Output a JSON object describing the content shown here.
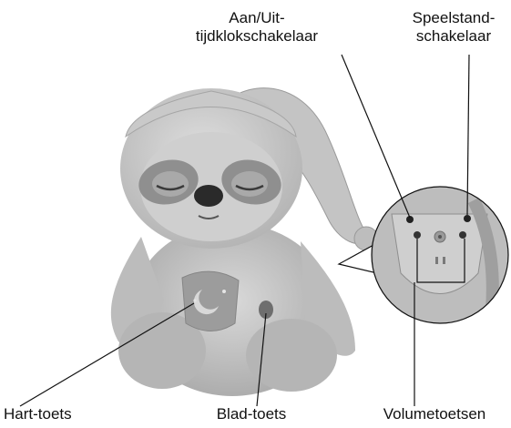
{
  "labels": {
    "aan_uit": {
      "line1": "Aan/Uit-",
      "line2": "tijdklokschakelaar"
    },
    "speelstand": {
      "line1": "Speelstand-",
      "line2": "schakelaar"
    },
    "hart_toets": "Hart-toets",
    "blad_toets": "Blad-toets",
    "volumetoetsen": "Volumetoetsen"
  },
  "colors": {
    "plush_light": "#d2d2d2",
    "plush_mid": "#b9b9b9",
    "plush_dark": "#8f8f8f",
    "line": "#111111"
  }
}
